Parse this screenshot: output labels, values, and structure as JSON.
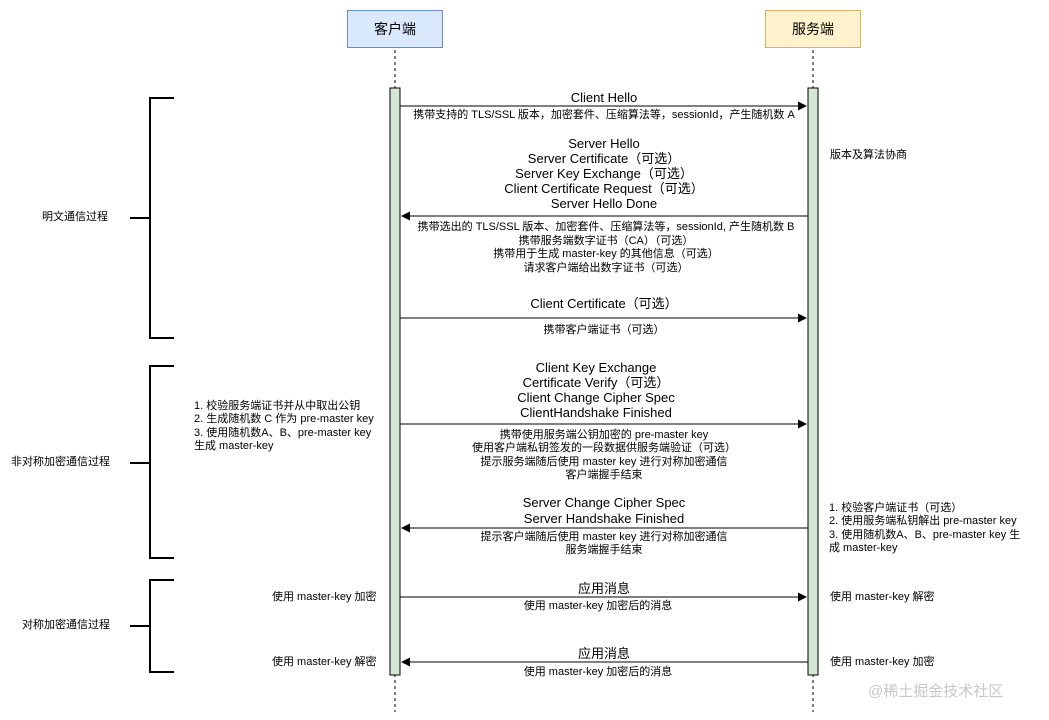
{
  "participants": {
    "client": {
      "label": "客户端",
      "fill": "#dae8fc",
      "stroke": "#6c8ebf"
    },
    "server": {
      "label": "服务端",
      "fill": "#fff2cc",
      "stroke": "#d6b656"
    }
  },
  "phases": {
    "plaintext": "明文通信过程",
    "asymmetric": "非对称加密通信过程",
    "symmetric": "对称加密通信过程"
  },
  "messages": {
    "client_hello": {
      "title": "Client Hello",
      "desc": "携带支持的 TLS/SSL 版本，加密套件、压缩算法等，sessionId，产生随机数 A"
    },
    "server_hello": {
      "titles": [
        "Server Hello",
        "Server Certificate（可选）",
        "Server Key Exchange（可选）",
        "Client Certificate Request（可选）",
        "Server Hello Done"
      ],
      "descs": [
        "携带选出的 TLS/SSL 版本、加密套件、压缩算法等，sessionId, 产生随机数 B",
        "携带服务端数字证书（CA）（可选）",
        "携带用于生成 master-key 的其他信息（可选）",
        "请求客户端给出数字证书（可选）"
      ]
    },
    "client_cert": {
      "title": "Client Certificate（可选）",
      "desc": "携带客户端证书（可选）"
    },
    "client_key_exchange": {
      "titles": [
        "Client Key Exchange",
        "Certificate Verify（可选）",
        "Client Change Cipher Spec",
        "ClientHandshake Finished"
      ],
      "descs": [
        "携带使用服务端公钥加密的 pre-master key",
        "使用客户端私钥签发的一段数据供服务端验证（可选）",
        "提示服务端随后使用 master key 进行对称加密通信",
        "客户端握手结束"
      ]
    },
    "server_change": {
      "titles": [
        "Server Change Cipher Spec",
        "Server Handshake Finished"
      ],
      "descs": [
        "提示客户端随后使用 master key 进行对称加密通信",
        "服务端握手结束"
      ]
    },
    "app1": {
      "title": "应用消息",
      "desc": "使用 master-key 加密后的消息"
    },
    "app2": {
      "title": "应用消息",
      "desc": "使用 master-key 加密后的消息"
    }
  },
  "notes": {
    "server_negotiate": "版本及算法协商",
    "client_steps": [
      "1. 校验服务端证书并从中取出公钥",
      "2. 生成随机数 C 作为 pre-master key",
      "3. 使用随机数A、B、pre-master key",
      "生成 master-key"
    ],
    "server_steps": [
      "1. 校验客户端证书（可选）",
      "2. 使用服务端私钥解出 pre-master key",
      "3. 使用随机数A、B、pre-master key 生",
      "成 master-key"
    ],
    "client_encrypt": "使用 master-key 加密",
    "server_decrypt": "使用 master-key 解密",
    "client_decrypt": "使用 master-key 解密",
    "server_encrypt": "使用 master-key 加密"
  },
  "watermark": "@稀土掘金技术社区"
}
